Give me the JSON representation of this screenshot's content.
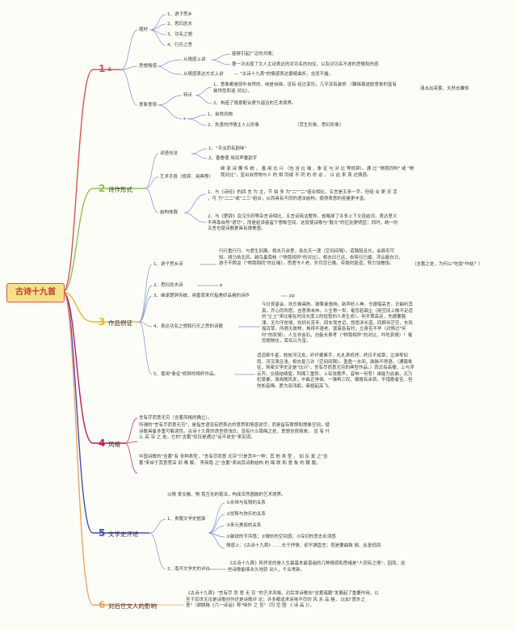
{
  "root": "古诗十九首",
  "colors": {
    "s1": "#d9534f",
    "s2": "#8bc34a",
    "s3": "#f0b429",
    "s4": "#c2185b",
    "s5": "#3f51b5",
    "s6": "#f4a261"
  },
  "s1": {
    "num": "1",
    "label": "s",
    "theme": {
      "label": "题材",
      "items": [
        "1、游子思乡",
        "2、思妇念夫",
        "3、功名之想",
        "4、行乐之思"
      ]
    },
    "feeling": {
      "label": "思想情感",
      "a": "从情感上讲",
      "a1": "能够引起广泛的共情；",
      "a2": "第一次出现了文人主动表达的对功名的向往，以及对功名不遂的悲慨和伤感",
      "b": "从情感表达方式上讲",
      "b1": "—  \"古诗十九首\"的情感表达委婉曲折，含而不露。"
    },
    "imagery": {
      "label": "意象意境",
      "c": "特点",
      "c1": "1、意象都是原朴自然的，纯是自描，没有 经过变形，几乎没有装饰 （雕琢痕迹欧意象的富有装饰性和追 对比）。",
      "c1r": "清水出芙蓉，天然去雕饰",
      "c2": "2、构造了情景配合更为谐洽的艺术境界。",
      "d": "s",
      "d1": "1、自然风物",
      "d2": "2、失意的抒情主人公形象",
      "d2r": "（劳生形象，思妇形象）"
    }
  },
  "s2": {
    "num": "2",
    "label": "诗作形式",
    "a": "词语句法",
    "a1": "1、\"平淡而有韵味\"",
    "a2": "2、善叠使 用双声叠韵字",
    "b": "艺术手段（修辞、用典等）",
    "b1": "继 承 诗 骚 传 统 ， 善 用 比 兴 （包 含 比 喻 、象 征 与 对 比 等修辞）。通 过 \"物我同构\" 或 \"物我对比\"，显出自然物与人 的 相 同或 不 同 的 命 运 ， 以 此 来 表 达情感。",
    "c": "结构体裁",
    "c1": "1、与《诗经》的四 言 为 主，节 拍 多 为\"二\"\"二\"组合相比，五言是五多一字，但组 合 更 灵 活 ，可 为\"二二\"或\"二三\"组合，从而具有不同的语法结构，使得表意的容量更丰富。",
    "c2": "2、与《楚辞》及汉乐府等杂言诗相比，五言诗简洁整饰，省略掉了许多上下文连结词，表达意义不再靠自然\"语尽\"，而是给读者留下想象空间，这就使诗歌与\"散文\"的区别更明显；同时，统一的五言也使诗歌更具有律美感。"
  },
  "s3": {
    "num": "3",
    "label": "作品例证",
    "a": "1、游子思乡诗",
    "a1": "行行重行行，与君生别离。相去万余里，各在天一涯（空间间隔）。道路阻且长，会面安可知。胡马依北风，越鸟巢南枝（\"物我相异\"的对比）。相去日已远，衣带日已缓。浮云蔽白日，游子不顾返（\"物我相同\"的比喻）。思君令人老，岁月忽已晚。弃捐勿复道，努力加餐饭。",
    "a1r": "（含蓄之处，为何以\"吃饭\"作结？）",
    "b": "2、思妇念夫诗",
    "b1": "p",
    "c": "3、继承楚辞传统，用香草来代指美好品格的诗作",
    "c1": "pp",
    "d": "4、表达功名之想和行乐之思的诗歌",
    "d1": "今日良宴会，欢乐难具陈。弹筝奋逸响，新声妙入神。令德唱高言，识曲听其真。齐心同所愿，含意俱未申。人生寄一世，奄忽若飙尘（用空间上微不足道的\"尘土\"来比喻在时间长度上的短暂的人类生命）。何不策高足，先据要路津。无为守贫贱，坎轲长苦辛。回车驾言迈，悠悠涉长道。四顾何茫茫，东风摇百草。所遇无故物，焉得不速老。盛衰各有时，立身苦不早（对情过\"何时\"的叹惋）。人生非金石，岂能长寿考（\"物我相异\"的对比，吟吃哀情）！奄忽随物化，荣名以为宝。",
    "e": "5、使用\"象征\"修辞的相杆作品。",
    "e1": "迢迢牵牛星，皎皎河汉女。纤纤擢素手，札札弄机杼。终日不成章，泣涕零如雨。河汉清且浅，相去复几许（空间间隔）。盈盈一水间，脉脉不得语。（通篇象征，将牵文学史定是\"比兴\"，言有尽而意无穷的典型作品。）西北有高楼，上与浮云齐。交疏结绮窗，阿阁三重阶。上有弦歌声，音响一何悲！谁能为此曲，无乃杞梁妻。清商随风发，中曲正徘徊。一弹再三叹，慷慨有余哀。不惜歌者苦，但伤知音稀。愿为双鸿鹄，奋翅起高飞。"
  },
  "s4": {
    "num": "4",
    "label": "风格",
    "p1": "言有尽而意无穷（含蓄风格的确立）。",
    "p2": "所谓的\"言有尽而意无穷\"，是指言语没有把表达的意思和情感说尽，而是留有联想和想象空间，使诗歌具备多重可解读性。古诗十九首的语言很浅白，没有什么隐晦之处，意想也很简单， 没 有 什 么 高 深 之 处。它的\"含蓄\"仅仅是通过\"话不说全\"来实现。",
    "p3": "中国诗歌的\"含蓄\"有 多种表型，\"言有尽而意 无穷\"只是其中一种；其 他 类 型 ， 如 反 复 之\"含蓄\"来自于其意思深 刻 难 解， 李商隐 之\"含蓄\"来自其诗歌结构 的 晦 联 和 意 象 的 朦 胧。"
  },
  "s5": {
    "num": "5",
    "label": "文学史评述",
    "intro": "以情 衷交融、物 我互化的笔法，构成浑然圆融的艺术境界。",
    "a": "1、贵服文学史框架",
    "a1": "①永恒与有限的关系",
    "a2": "②忧郁与快乐的关系",
    "a3": "③来元美丽的关系",
    "a4": "①敏锐的节序感；②微妙的空间感；③深切的悲志永须感",
    "a5": "情感上：《古诗十九首》……长于抒情，却不铺直言；而是要曲致 婉、反复低回",
    "b": "2、南开文学史的评价",
    "b1": "《古诗十九首》所抒发的是人生最基本最普遍的几种情感和思绪是\"人同有之情\"，因而，这些诗歌能够永久地获 动人，千古常新。"
  },
  "s6": {
    "num": "6",
    "label": "对后世文人的影响",
    "p": "《古诗十九首》\"言有尽 而 意 无 穷 \"的艺术风格，对后世诗歌向\"含蓄蕴藉\"发展起了重要作用，以至于后世无论是诗歌创作还是诗歌评 论；许多都追求余味不尽的 风 永 品 格， 比如\"意外之意\"（谢朓格《六一诗话》称\"味外 之 旨\"（司 空 图 《 诗 品 》）。"
  }
}
